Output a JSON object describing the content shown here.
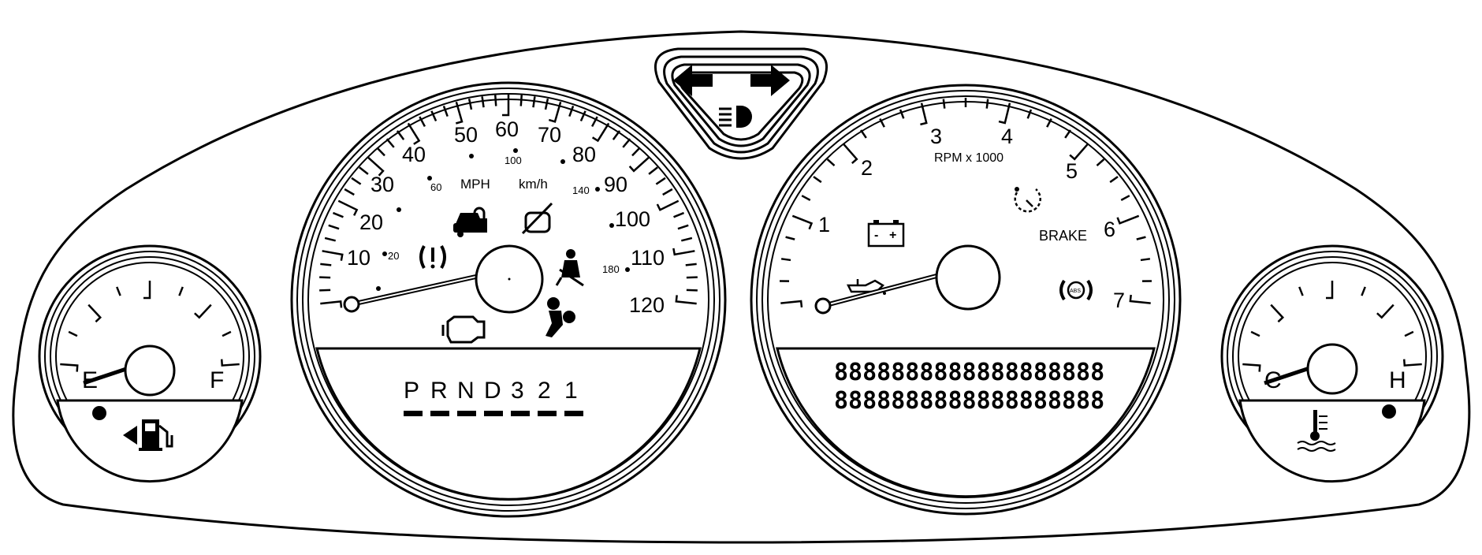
{
  "speedometer": {
    "mph_labels": [
      "10",
      "20",
      "30",
      "40",
      "50",
      "60",
      "70",
      "80",
      "90",
      "100",
      "110",
      "120"
    ],
    "kmh_labels": [
      "20",
      "60",
      "100",
      "140",
      "180"
    ],
    "unit_mph": "MPH",
    "unit_kmh": "km/h",
    "gears": [
      "P",
      "R",
      "N",
      "D",
      "3",
      "2",
      "1"
    ]
  },
  "tachometer": {
    "labels": [
      "1",
      "2",
      "3",
      "4",
      "5",
      "6",
      "7"
    ],
    "unit": "RPM x 1000",
    "brake_label": "BRAKE",
    "abs_label": "ABS",
    "lcd_lines": [
      "8888888888888888888",
      "8888888888888888888"
    ]
  },
  "fuel_gauge": {
    "empty_label": "E",
    "full_label": "F"
  },
  "temp_gauge": {
    "cold_label": "C",
    "hot_label": "H"
  },
  "battery_symbols": {
    "minus": "-",
    "plus": "+"
  },
  "icons": [
    "turn-left-arrow-icon",
    "turn-right-arrow-icon",
    "high-beam-icon",
    "security-car-lock-icon",
    "traction-off-icon",
    "tire-pressure-icon",
    "seatbelt-icon",
    "check-engine-icon",
    "airbag-icon",
    "battery-icon",
    "oil-pressure-icon",
    "cruise-control-icon",
    "abs-icon",
    "low-fuel-icon",
    "coolant-temp-icon"
  ]
}
